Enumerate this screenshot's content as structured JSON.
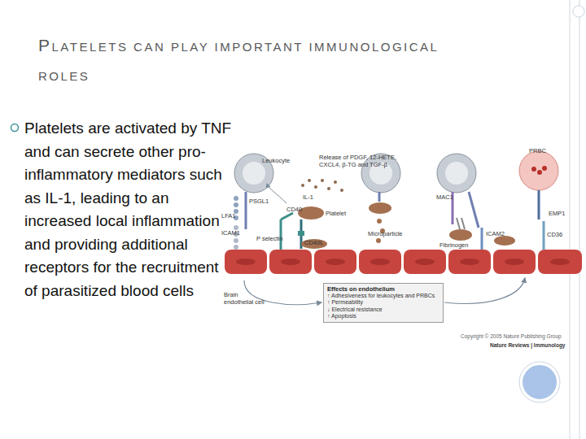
{
  "diagram": {
    "title": "PLATELETS CAN PLAY IMPORTANT IMMUNOLOGICAL ROLES",
    "nodes": [
      {
        "text": [
          "Effects on endothelium",
          "↑ Adhesiveness for leukocytes and PRBCs",
          "↑ Permeability",
          "↓ Electrical resistance",
          "↑ Apoptosis"
        ]
      }
    ],
    "labels": [
      "Platelets are activated by TNF and can secrete other pro-inflammatory mediators such as IL-1, leading to an increased local inflammation and providing additional receptors for the recruitment of parasitized blood cells",
      "Leukocyte",
      "Release of PDGF, 12-HETE, CXCL4, β-TG and TGF-β",
      "PRBC",
      "PSGL1",
      "IL-1",
      "CD40",
      "Platelet",
      "LFA1",
      "ICAM1",
      "P selectin",
      "CD40L",
      "Microparticle",
      "MAC1",
      "Fibrinogen",
      "ICAM2",
      "EMP1",
      "CD36",
      "Brain endothelial cell",
      "Copyright © 2005 Nature Publishing Group",
      "Nature Reviews | Immunology"
    ]
  }
}
